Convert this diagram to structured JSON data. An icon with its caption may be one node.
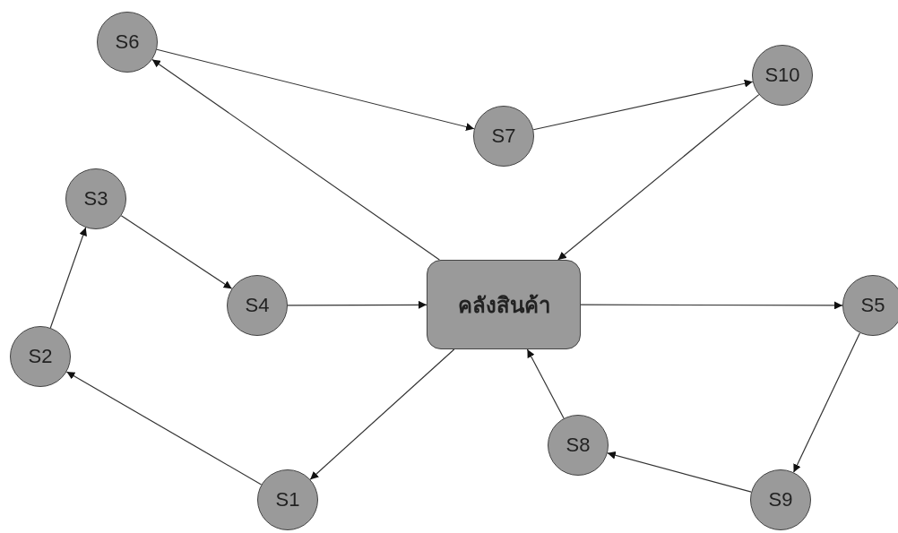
{
  "diagram": {
    "nodes": [
      {
        "text": [
          "S6"
        ]
      },
      {
        "text": [
          "S10"
        ]
      },
      {
        "text": [
          "S7"
        ]
      },
      {
        "text": [
          "S3"
        ]
      },
      {
        "text": [
          "S4"
        ]
      },
      {
        "text": [
          "คลังสินค้า"
        ]
      },
      {
        "text": [
          "S5"
        ]
      },
      {
        "text": [
          "S2"
        ]
      },
      {
        "text": [
          "S8"
        ]
      },
      {
        "text": [
          "S1"
        ]
      },
      {
        "text": [
          "S9"
        ]
      }
    ],
    "edges": [
      {
        "from": 5,
        "to": 0,
        "arrow": "to"
      },
      {
        "from": 0,
        "to": 2,
        "arrow": "to"
      },
      {
        "from": 2,
        "to": 1,
        "arrow": "to"
      },
      {
        "from": 1,
        "to": 5,
        "arrow": "to"
      },
      {
        "from": 3,
        "to": 4,
        "arrow": "to"
      },
      {
        "from": 4,
        "to": 5,
        "arrow": "to"
      },
      {
        "from": 5,
        "to": 6,
        "arrow": "to"
      },
      {
        "from": 6,
        "to": 10,
        "arrow": "to"
      },
      {
        "from": 10,
        "to": 8,
        "arrow": "to"
      },
      {
        "from": 8,
        "to": 5,
        "arrow": "to"
      },
      {
        "from": 5,
        "to": 9,
        "arrow": "to"
      },
      {
        "from": 9,
        "to": 7,
        "arrow": "to"
      },
      {
        "from": 7,
        "to": 3,
        "arrow": "to"
      }
    ]
  }
}
